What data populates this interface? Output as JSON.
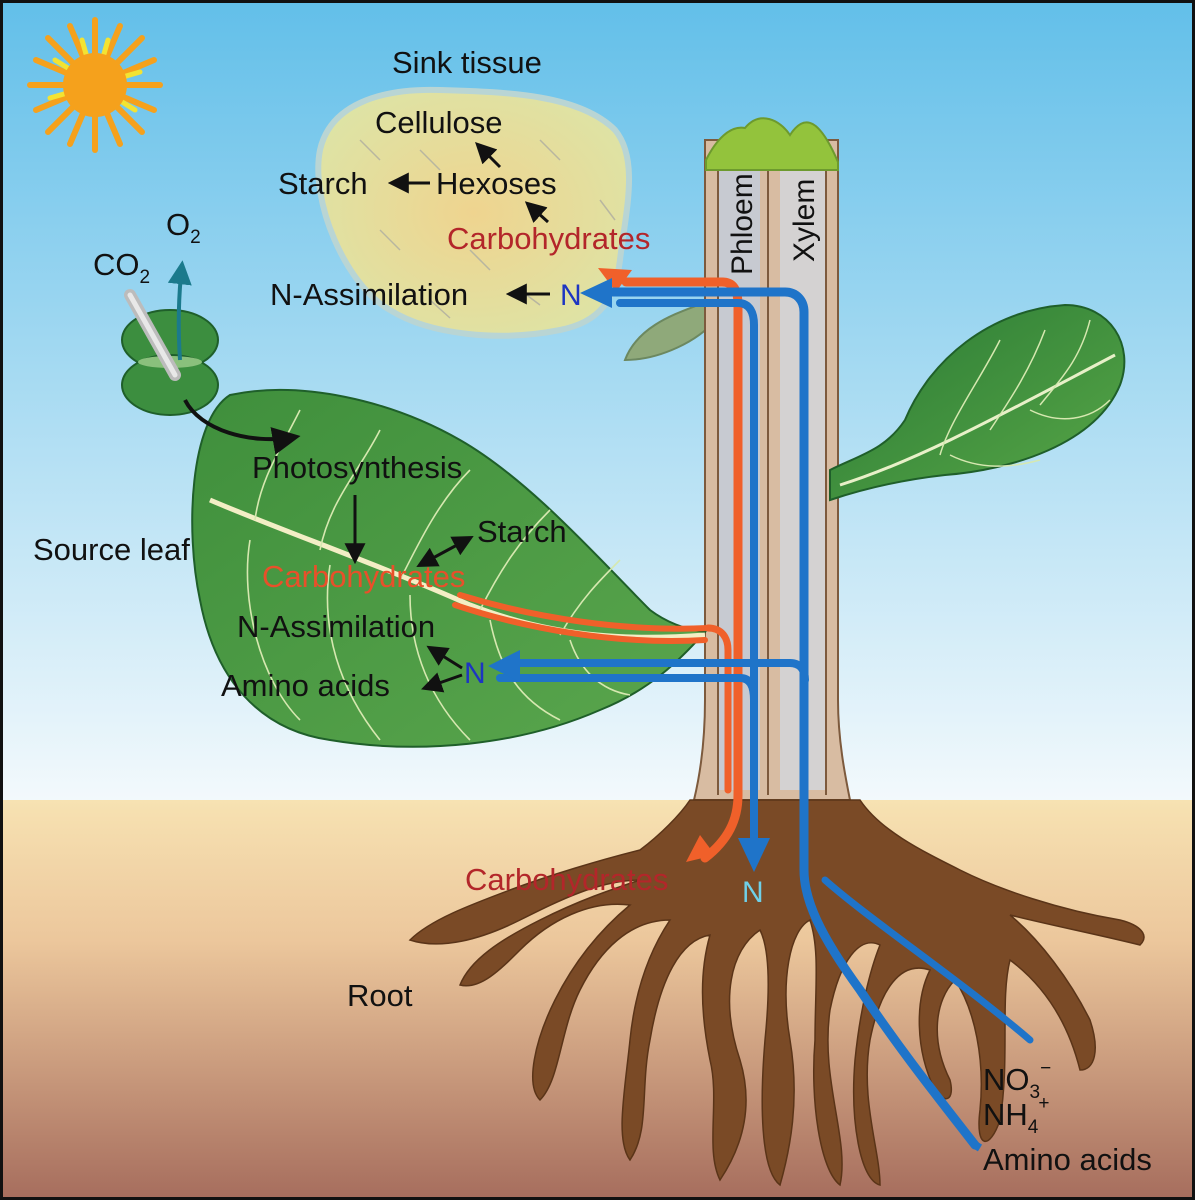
{
  "labels": {
    "sink_tissue": "Sink tissue",
    "cellulose": "Cellulose",
    "starch_sink": "Starch",
    "hexoses": "Hexoses",
    "carbohydrates_sink": "Carbohydrates",
    "n_assimilation_sink": "N-Assimilation",
    "n_sink": "N",
    "phloem": "Phloem",
    "xylem": "Xylem",
    "co2": "CO",
    "co2_sub": "2",
    "o2": "O",
    "o2_sub": "2",
    "photosynthesis": "Photosynthesis",
    "source_leaf": "Source leaf",
    "starch_source": "Starch",
    "carbohydrates_source": "Carbohydrates",
    "n_assimilation_source": "N-Assimilation",
    "n_source": "N",
    "amino_acids_source": "Amino acids",
    "carbohydrates_root": "Carbohydrates",
    "n_root": "N",
    "root": "Root",
    "no3": "NO",
    "no3_sub": "3",
    "no3_sup": "−",
    "nh4": "NH",
    "nh4_sub": "4",
    "nh4_sup": "+",
    "amino_acids_soil": "Amino acids"
  },
  "colors": {
    "sky_top": "#6cc4ea",
    "sky_bottom": "#f1f8fc",
    "soil_top": "#f6dfae",
    "soil_bottom": "#a9705e",
    "root": "#7a4a26",
    "leaf_dark": "#2f7a34",
    "leaf_mid": "#4f9a45",
    "sink_leaf": "#e7dc9c",
    "stem": "#d8bca2",
    "phloem_flow": "#f0602a",
    "xylem_flow": "#1f74c9",
    "sun": "#f7a21c",
    "sun_rays_inner": "#f5e43a"
  }
}
